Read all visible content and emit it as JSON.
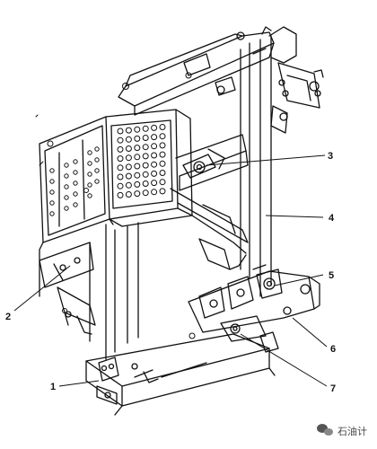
{
  "callouts": [
    {
      "id": "1",
      "label": "1"
    },
    {
      "id": "2",
      "label": "2"
    },
    {
      "id": "3",
      "label": "3"
    },
    {
      "id": "4",
      "label": "4"
    },
    {
      "id": "5",
      "label": "5"
    },
    {
      "id": "6",
      "label": "6"
    },
    {
      "id": "7",
      "label": "7"
    }
  ],
  "watermark": {
    "text": "石油计",
    "icon": "wechat-bubble-icon"
  },
  "colors": {
    "ink": "#111111",
    "paper": "#ffffff"
  }
}
